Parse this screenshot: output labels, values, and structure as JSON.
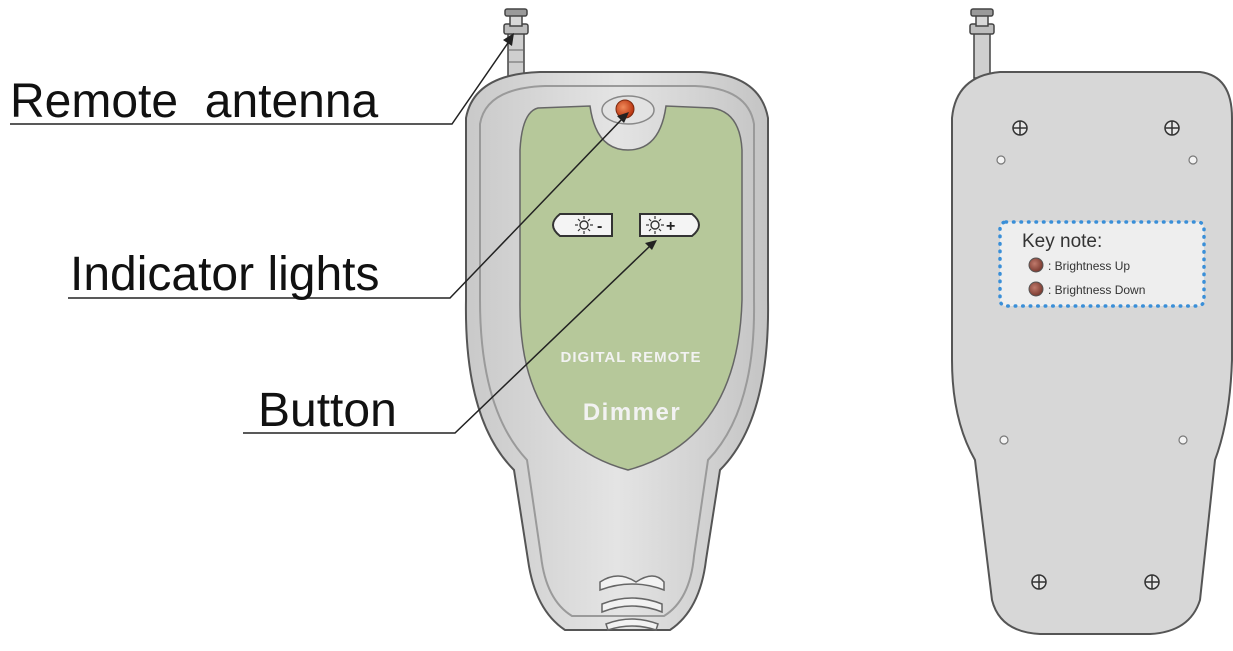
{
  "callouts": {
    "antenna": "Remote  antenna",
    "indicator": "Indicator lights",
    "button": "Button"
  },
  "front": {
    "brand_line1": "DIGITAL REMOTE",
    "brand_line2": "Dimmer",
    "button_down_symbol": "-",
    "button_up_symbol": "+"
  },
  "back": {
    "key_note_title": "Key note:",
    "key_up_label": ": Brightness Up",
    "key_down_label": ": Brightness Down"
  },
  "colors": {
    "body_fill": "#d9d9d9",
    "panel_green": "#b6c89a",
    "indicator_led": "#d0471b",
    "sticker_dots": "#3a8fd8",
    "brand_text": "#f2f2f2"
  },
  "icons": {
    "brightness_down": "sun-minus-icon",
    "brightness_up": "sun-plus-icon",
    "screw": "screw-icon"
  }
}
